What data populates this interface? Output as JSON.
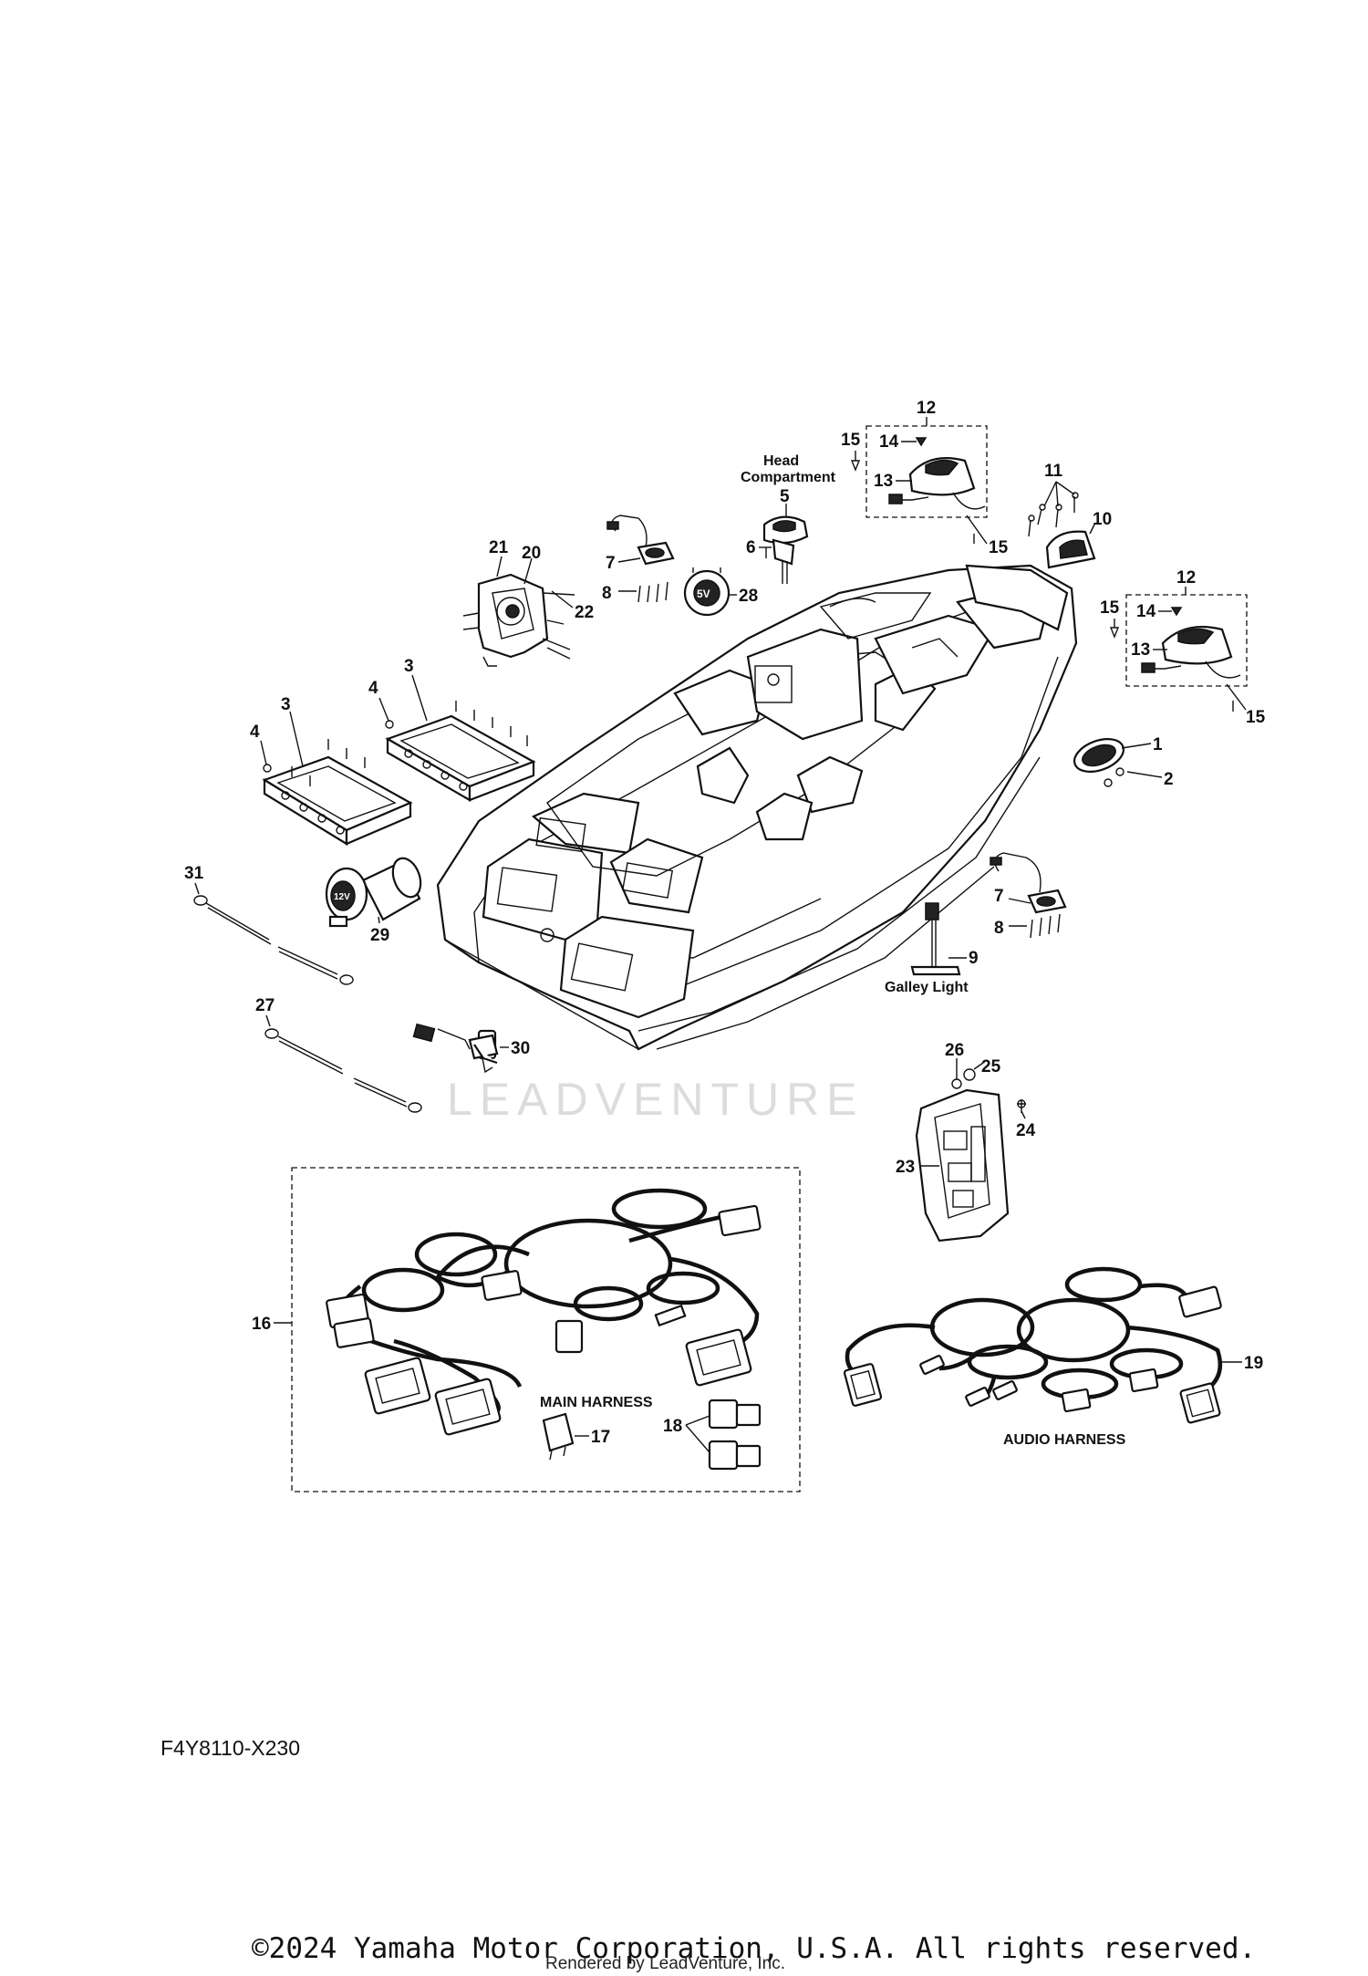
{
  "diagram": {
    "code": "F4Y8110-X230",
    "watermark": "LEADVENTURE",
    "captions": {
      "head_compartment_1": "Head",
      "head_compartment_2": "Compartment",
      "galley_light": "Galley Light",
      "main_harness": "MAIN HARNESS",
      "audio_harness": "AUDIO HARNESS"
    },
    "callouts": {
      "c1": "1",
      "c2": "2",
      "c3a": "3",
      "c3b": "3",
      "c4a": "4",
      "c4b": "4",
      "c5": "5",
      "c6": "6",
      "c7a": "7",
      "c7b": "7",
      "c8a": "8",
      "c8b": "8",
      "c9": "9",
      "c10": "10",
      "c11": "11",
      "c12a": "12",
      "c12b": "12",
      "c13a": "13",
      "c13b": "13",
      "c14a": "14",
      "c14b": "14",
      "c15a": "15",
      "c15b": "15",
      "c15c": "15",
      "c15d": "15",
      "c16": "16",
      "c17": "17",
      "c18": "18",
      "c19": "19",
      "c20": "20",
      "c21": "21",
      "c22": "22",
      "c23": "23",
      "c24": "24",
      "c25": "25",
      "c26": "26",
      "c27": "27",
      "c28": "28",
      "c29": "29",
      "c30": "30",
      "c31": "31"
    },
    "usb_label": "5V",
    "socket_label": "12V"
  },
  "footer": {
    "copyright": "©2024 Yamaha Motor Corporation, U.S.A. All rights reserved.",
    "rendered_by": "Rendered by LeadVenture, Inc."
  }
}
